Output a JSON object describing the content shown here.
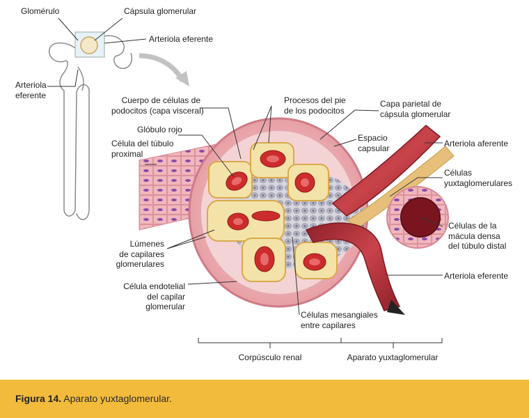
{
  "figure": {
    "labels": {
      "glomerulo": "Glomérulo",
      "capsula_glomerular": "Cápsula glomerular",
      "arteriola_eferente_top": "Arteriola eferente",
      "arteriola_eferente_left": "Arteriola\neferente",
      "cuerpo_podocitos": "Cuerpo de células de\npodocitos (capa visceral)",
      "procesos_pie": "Procesos del pie\nde los podocitos",
      "capa_parietal": "Capa parietal de\ncápsula glomerular",
      "globulo_rojo": "Glóbulo rojo",
      "celula_tubulo": "Célula del túbulo\nproximal",
      "espacio_capsular": "Espacio\ncapsular",
      "arteriola_aferente": "Arteriola aferente",
      "celulas_yuxta": "Células\nyuxtaglomerulares",
      "macula_densa": "Células de la\nmácula densa\ndel túbulo distal",
      "lumenes": "Lúmenes\nde capilares\nglomerulares",
      "celula_endotelial": "Célula endotelial\ndel capilar\nglomerular",
      "arteriola_eferente_right": "Arteriola eferente",
      "celulas_mesangiales": "Células mesangiales\nentre capilares",
      "corpusculo_renal": "Corpúsculo renal",
      "aparato_yuxta": "Aparato yuxtaglomerular"
    }
  },
  "caption": {
    "prefix": "Figura 14.",
    "text": " Aparato yuxtaglomerular."
  },
  "colors": {
    "caption_bar": "#f2bb3c",
    "capsule": "#e8a3a8",
    "capsule_inner": "#f3cfd0",
    "capillary": "#f3e3a8",
    "rbc": "#cc2c2c",
    "arteriole": "#b8323a",
    "mesangial": "#b8b8c6"
  }
}
